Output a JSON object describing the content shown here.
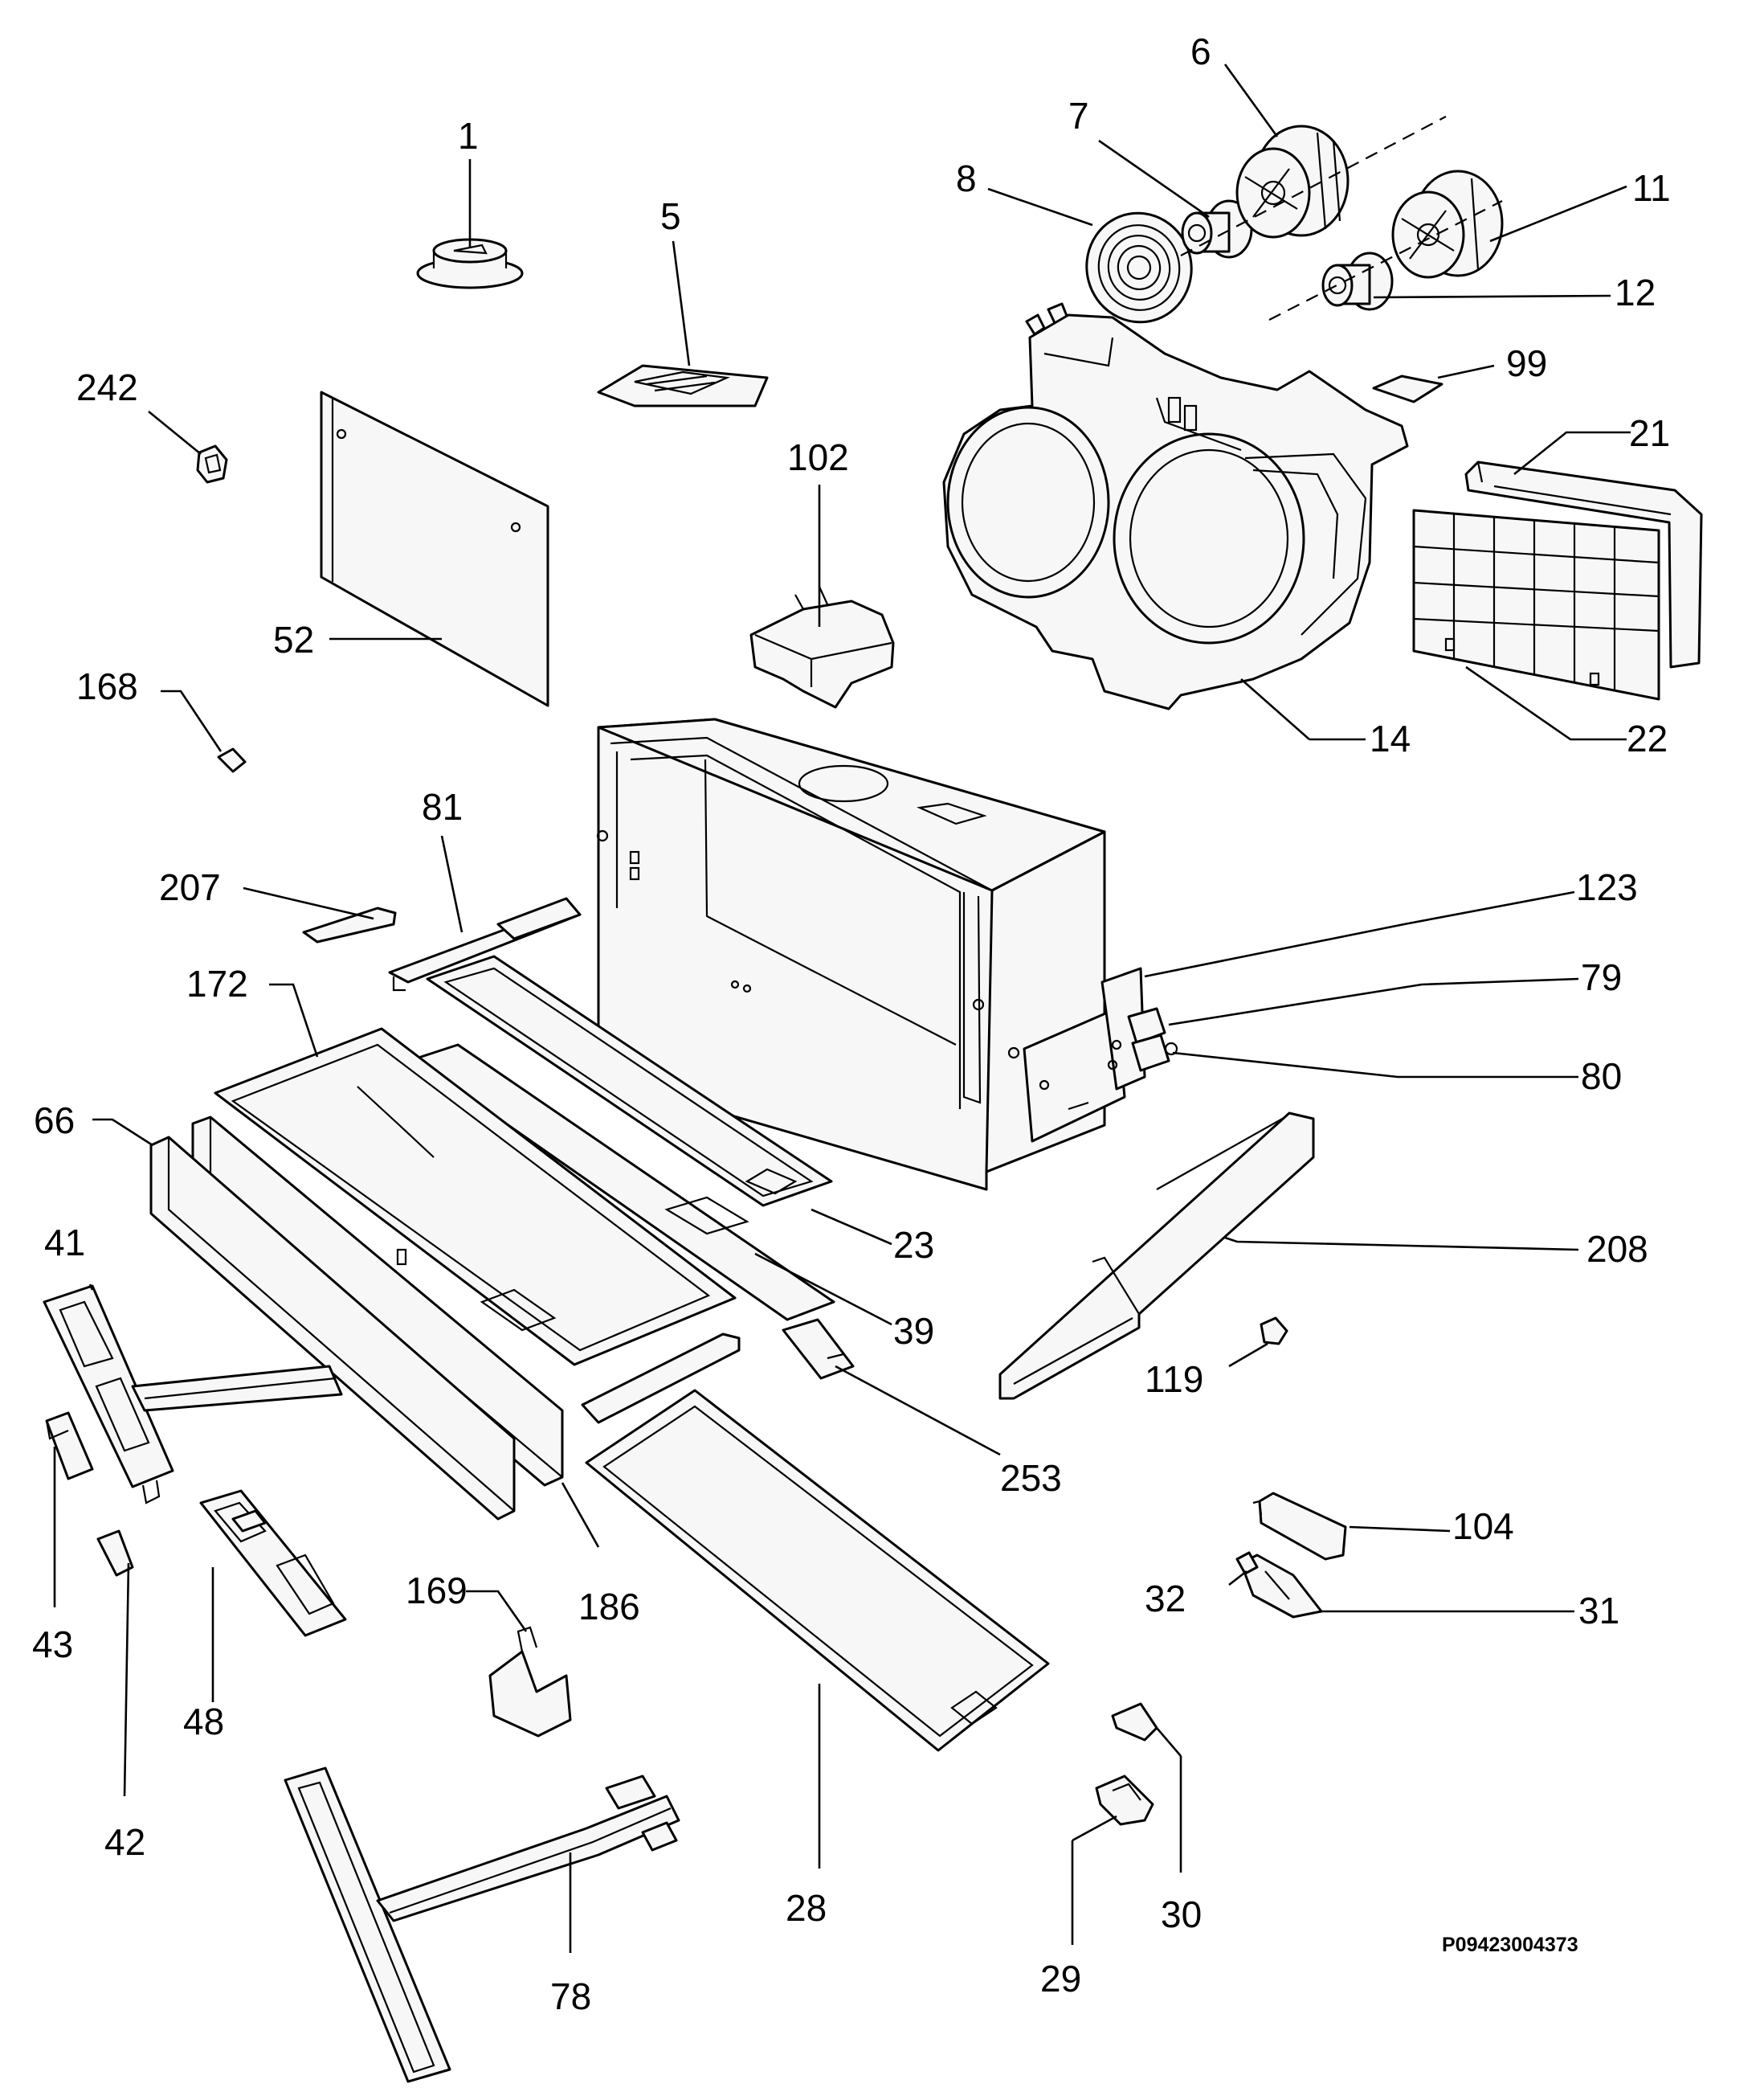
{
  "diagram_code": "P09423004373",
  "part_labels": {
    "p1": "1",
    "p5": "5",
    "p6": "6",
    "p7": "7",
    "p8": "8",
    "p11": "11",
    "p12": "12",
    "p14": "14",
    "p21": "21",
    "p22": "22",
    "p23": "23",
    "p28": "28",
    "p29": "29",
    "p30": "30",
    "p31": "31",
    "p32": "32",
    "p39": "39",
    "p41": "41",
    "p42": "42",
    "p43": "43",
    "p48": "48",
    "p52": "52",
    "p66": "66",
    "p78": "78",
    "p79": "79",
    "p80": "80",
    "p81": "81",
    "p99": "99",
    "p102": "102",
    "p104": "104",
    "p119": "119",
    "p123": "123",
    "p168": "168",
    "p169": "169",
    "p172": "172",
    "p186": "186",
    "p207": "207",
    "p208": "208",
    "p242": "242",
    "p253": "253"
  }
}
